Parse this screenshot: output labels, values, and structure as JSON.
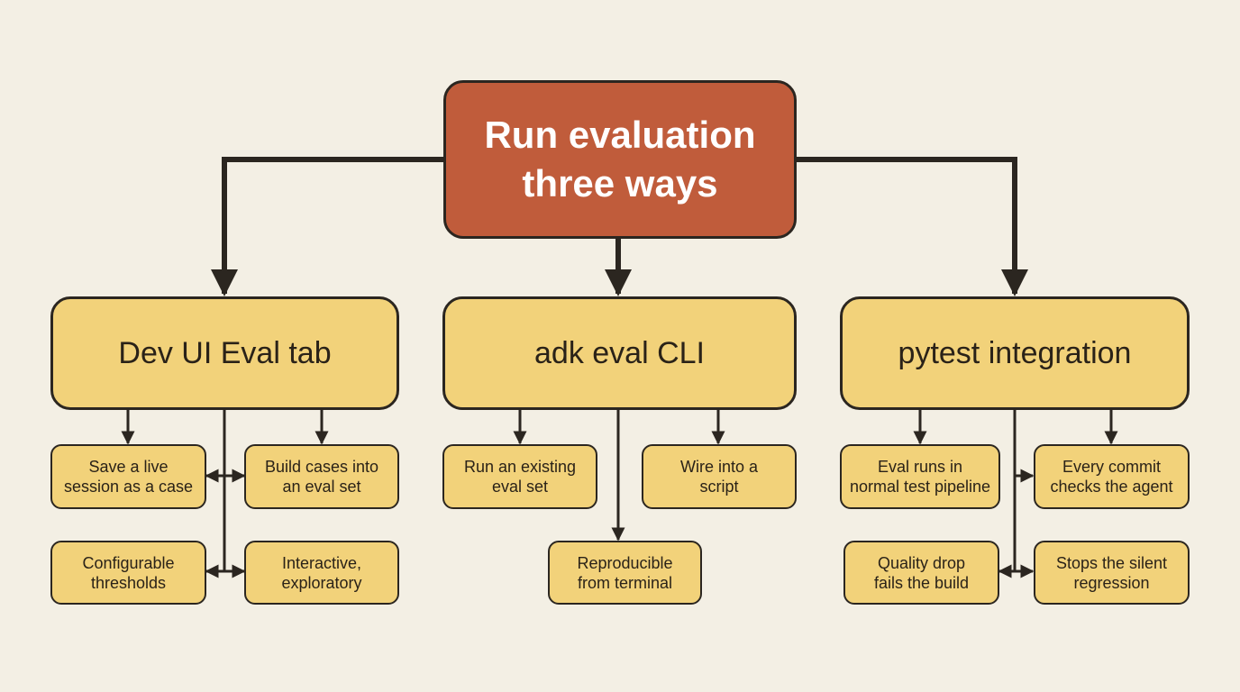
{
  "diagram": {
    "root": {
      "text": "Run evaluation\nthree ways"
    },
    "branches": [
      {
        "label": "Dev UI Eval tab",
        "leaves": [
          "Save a live\nsession as a case",
          "Build cases into\nan eval set",
          "Configurable\nthresholds",
          "Interactive,\nexploratory"
        ]
      },
      {
        "label": "adk eval CLI",
        "leaves": [
          "Run an existing\neval set",
          "Wire into a\nscript",
          "Reproducible\nfrom terminal"
        ]
      },
      {
        "label": "pytest integration",
        "leaves": [
          "Eval runs in\nnormal test pipeline",
          "Every commit\nchecks the agent",
          "Quality drop\nfails the build",
          "Stops the silent\nregression"
        ]
      }
    ],
    "colors": {
      "background": "#f3efe4",
      "root_fill": "#c05c3b",
      "node_fill": "#f2d27a",
      "outline": "#2b2620"
    }
  }
}
